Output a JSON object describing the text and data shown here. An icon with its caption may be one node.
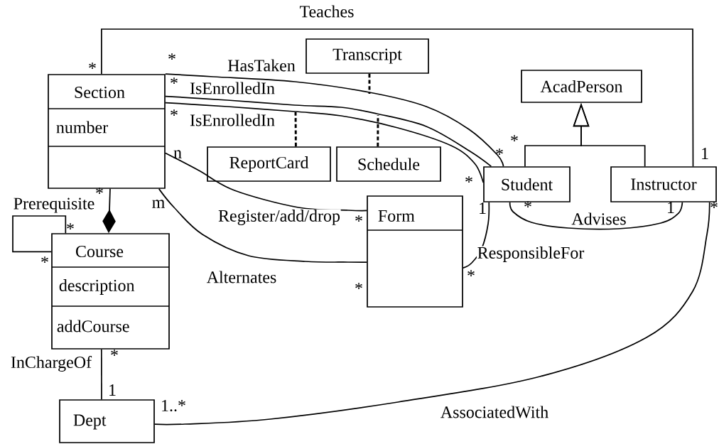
{
  "diagram": {
    "nodes": [
      {
        "text": [
          "Transcript"
        ]
      },
      {
        "text": [
          "Section",
          "number"
        ]
      },
      {
        "text": [
          "AcadPerson"
        ]
      },
      {
        "text": [
          "ReportCard"
        ]
      },
      {
        "text": [
          "Schedule"
        ]
      },
      {
        "text": [
          "Student"
        ]
      },
      {
        "text": [
          "Instructor"
        ]
      },
      {
        "text": [
          "Form"
        ]
      },
      {
        "text": [
          "Course",
          "description",
          "addCourse"
        ]
      },
      {
        "text": [
          "Dept"
        ]
      }
    ],
    "edges": [
      {
        "from": 1,
        "to": 6,
        "arrow": "none",
        "label": "Teaches"
      },
      {
        "from": 1,
        "to": 5,
        "arrow": "none",
        "label": "HasTaken"
      },
      {
        "from": 1,
        "to": 5,
        "arrow": "none",
        "label": "IsEnrolledIn"
      },
      {
        "from": 1,
        "to": 5,
        "arrow": "none",
        "label": "IsEnrolledIn"
      },
      {
        "from": 0,
        "to": null,
        "arrow": "none",
        "style": "dashed"
      },
      {
        "from": 3,
        "to": null,
        "arrow": "none",
        "style": "dashed"
      },
      {
        "from": 4,
        "to": null,
        "arrow": "none",
        "style": "dashed"
      },
      {
        "from": 1,
        "to": 7,
        "arrow": "none",
        "label": "Register/add/drop"
      },
      {
        "from": 1,
        "to": 7,
        "arrow": "none",
        "label": "Alternates"
      },
      {
        "from": 1,
        "to": 8,
        "arrow": "other"
      },
      {
        "from": 8,
        "to": 8,
        "arrow": "none",
        "label": "Prerequisite"
      },
      {
        "from": 5,
        "to": 6,
        "arrow": "none",
        "label": "Advises"
      },
      {
        "from": 5,
        "to": 7,
        "arrow": "none",
        "label": "ResponsibleFor"
      },
      {
        "from": 9,
        "to": 6,
        "arrow": "none",
        "label": "AssociatedWith"
      },
      {
        "from": 8,
        "to": 9,
        "arrow": "none",
        "label": "InChargeOf"
      },
      {
        "from": 5,
        "to": 2,
        "arrow": "to"
      },
      {
        "from": 6,
        "to": 2,
        "arrow": "to"
      }
    ],
    "labels": [
      "*",
      "*",
      "*",
      "*",
      "*",
      "1",
      "*",
      "n",
      "*",
      "*",
      "m",
      "*",
      "1",
      "*",
      "1",
      "*",
      "*",
      "*",
      "*",
      "*",
      "*",
      "1",
      "1..*"
    ]
  }
}
